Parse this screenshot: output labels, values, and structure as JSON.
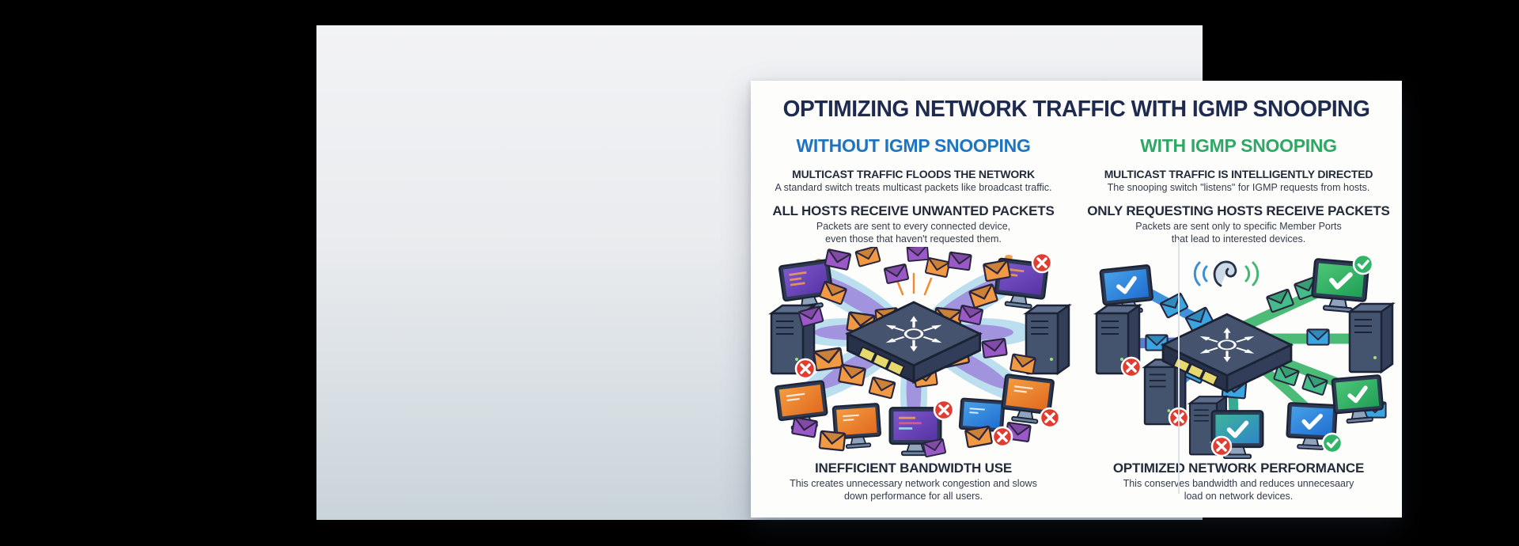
{
  "page": {
    "frame_color": "#000000",
    "stage_bg_top": "#f2f3f5",
    "stage_bg_bottom": "#c9d3da",
    "card_bg": "#fdfdfc"
  },
  "title": "OPTIMIZING NETWORK TRAFFIC WITH IGMP SNOOPING",
  "title_color": "#1f2b4e",
  "columns": {
    "left": {
      "header": "WITHOUT IGMP SNOOPING",
      "header_color": "#1e74c0",
      "point1_title": "MULTICAST TRAFFIC FLOODS THE NETWORK",
      "point1_caption": "A standard switch treats multicast packets like broadcast traffic.",
      "point2_title": "ALL HOSTS RECEIVE UNWANTED PACKETS",
      "point2_caption_line1": "Packets are sent to every connected device,",
      "point2_caption_line2": "even those that haven't requested them.",
      "footer_title": "INEFFICIENT BANDWIDTH USE",
      "footer_caption_line1": "This creates unnecessary network congestion and slows",
      "footer_caption_line2": "down performance for all users."
    },
    "right": {
      "header": "WITH IGMP SNOOPING",
      "header_color": "#2fa866",
      "point1_title": "MULTICAST TRAFFIC IS INTELLIGENTLY DIRECTED",
      "point1_caption": "The snooping switch \"listens\" for IGMP requests from hosts.",
      "point2_title": "ONLY REQUESTING HOSTS RECEIVE PACKETS",
      "point2_caption_line1": "Packets are sent only to specific Member Ports",
      "point2_caption_line2": "that lead to interested devices.",
      "footer_title": "OPTIMIZED NETWORK PERFORMANCE",
      "footer_caption_line1": "This conserves bandwidth and reduces unnecesaary",
      "footer_caption_line2": "load on network devices."
    }
  },
  "illustrations": {
    "left_scene": "multicast-flood-scene: central network switch flooding orange and purple envelopes over blue and purple splashes to all monitors and servers, several marked with red X badges",
    "right_scene": "igmp-directed-scene: central network switch with listening ear icon, blue and green ribbons carrying envelopes only to requesting monitors with checkmarks; non-members marked with red X badges",
    "icon_colors": {
      "switch_top": "#46536f",
      "switch_side": "#27314a",
      "envelope_orange": "#f29a43",
      "envelope_purple": "#9b59c8",
      "envelope_blue": "#3aa5e0",
      "envelope_green": "#45bd8a",
      "splash_blue": "#b5dced",
      "splash_purple": "#9d86da",
      "ribbon_blue": "#3f93dc",
      "ribbon_green": "#4cbb77",
      "ribbon_teal": "#36ab92",
      "ribbon_violet": "#5d7ad8",
      "x_badge": "#e23b30",
      "check_badge": "#31b467",
      "screen_purple": "#6f4bbd",
      "screen_orange": "#ef8c33",
      "screen_blue": "#2f86d6",
      "screen_green": "#3cb269"
    }
  }
}
